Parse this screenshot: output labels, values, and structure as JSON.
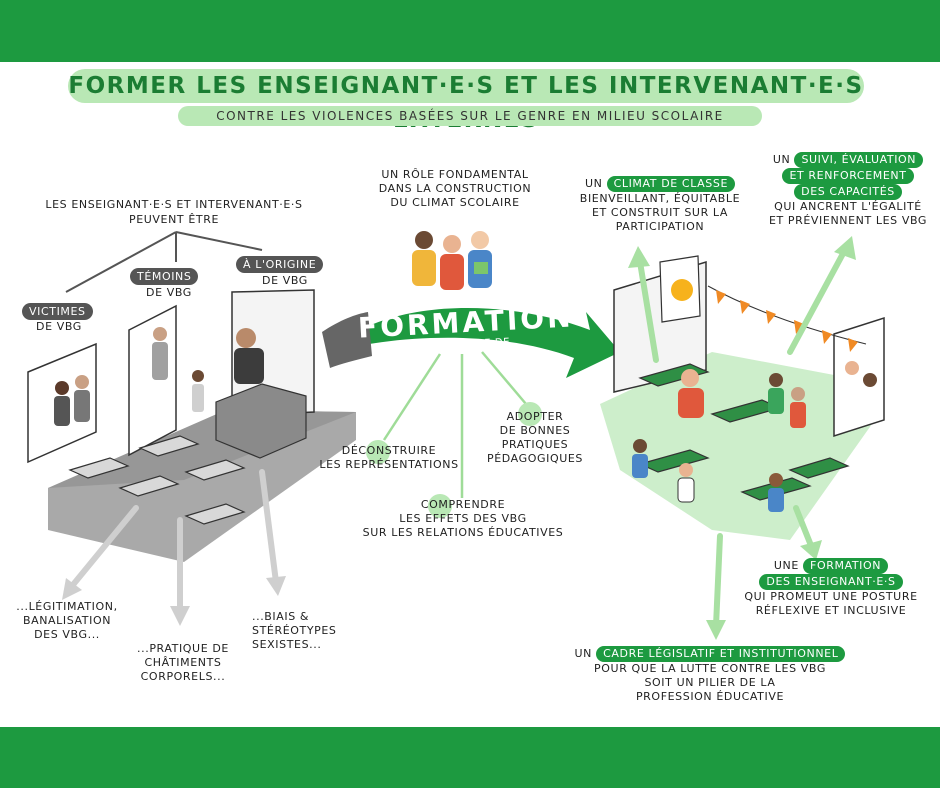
{
  "header": {
    "title": "FORMER LES ENSEIGNANT·E·S ET LES INTERVENANT·E·S EXTERNES",
    "subtitle": "CONTRE LES VIOLENCES BASÉES SUR LE GENRE EN MILIEU SCOLAIRE"
  },
  "left": {
    "intro_line1": "LES ENSEIGNANT·E·S ET INTERVENANT·E·S",
    "intro_line2": "PEUVENT ÊTRE",
    "roles": [
      {
        "tag": "VICTIMES",
        "sub": "DE VBG"
      },
      {
        "tag": "TÉMOINS",
        "sub": "DE VBG"
      },
      {
        "tag": "À L'ORIGINE",
        "sub": "DE VBG"
      }
    ],
    "consequences": [
      {
        "line1": "...LÉGITIMATION,",
        "line2": "BANALISATION",
        "line3": "DES VBG..."
      },
      {
        "line1": "...PRATIQUE DE",
        "line2": "CHÂTIMENTS",
        "line3": "CORPORELS..."
      },
      {
        "line1": "...BIAIS &",
        "line2": "STÉRÉOTYPES",
        "line3": "SEXISTES..."
      }
    ]
  },
  "center": {
    "role_line1": "UN RÔLE FONDAMENTAL",
    "role_line2": "DANS LA CONSTRUCTION",
    "role_line3": "DU CLIMAT SCOLAIRE",
    "formation": "FORMATION",
    "formation_sub": "POUR PERMETTRE DE",
    "goals": [
      {
        "line1": "DÉCONSTRUIRE",
        "line2": "LES REPRÉSENTATIONS"
      },
      {
        "line1": "COMPRENDRE",
        "line2": "LES EFFETS DES VBG",
        "line3": "SUR LES RELATIONS ÉDUCATIVES"
      },
      {
        "line1": "ADOPTER",
        "line2": "DE BONNES PRATIQUES",
        "line3": "PÉDAGOGIQUES"
      }
    ]
  },
  "right": {
    "climat": {
      "prefix": "UN",
      "tag": "CLIMAT DE CLASSE",
      "line1": "BIENVEILLANT, ÉQUITABLE",
      "line2": "ET CONSTRUIT SUR LA",
      "line3": "PARTICIPATION"
    },
    "suivi": {
      "prefix": "UN",
      "tag1": "SUIVI, ÉVALUATION",
      "tag2": "ET RENFORCEMENT",
      "tag3": "DES CAPACITÉS",
      "line1": "QUI ANCRENT L'ÉGALITÉ",
      "line2": "ET PRÉVIENNENT LES VBG"
    },
    "formation_ens": {
      "prefix": "UNE",
      "tag1": "FORMATION",
      "tag2": "DES ENSEIGNANT·E·S",
      "line1": "QUI PROMEUT UNE POSTURE",
      "line2": "RÉFLEXIVE ET INCLUSIVE"
    },
    "cadre": {
      "prefix": "UN",
      "tag": "CADRE LÉGISLATIF ET INSTITUTIONNEL",
      "line1": "POUR QUE LA LUTTE CONTRE LES VBG",
      "line2": "SOIT UN PILIER DE LA",
      "line3": "PROFESSION ÉDUCATIVE"
    }
  },
  "colors": {
    "brand_green": "#1d9a40",
    "light_green": "#b9e8b5",
    "grey": "#555555"
  }
}
